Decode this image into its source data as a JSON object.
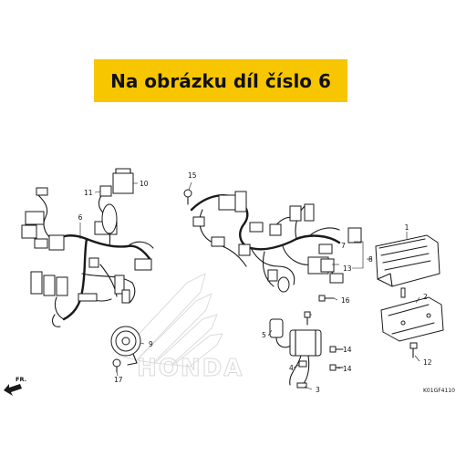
{
  "banner": {
    "text": "Na obrázku díl číslo 6"
  },
  "callouts": {
    "c1": "1",
    "c2": "2",
    "c3": "3",
    "c4": "4",
    "c5": "5",
    "c6": "6",
    "c7": "7",
    "c8": "8",
    "c9": "9",
    "c10": "10",
    "c11": "11",
    "c12": "12",
    "c13": "13",
    "c14": "14",
    "c15": "15",
    "c16": "16",
    "c17": "17"
  },
  "direction_label": "FR.",
  "diagram_code": "K01GF4110",
  "watermark": "HONDA",
  "colors": {
    "banner_bg": "#f7c600",
    "line": "#1a1a1a",
    "watermark": "#d9d9d9"
  }
}
